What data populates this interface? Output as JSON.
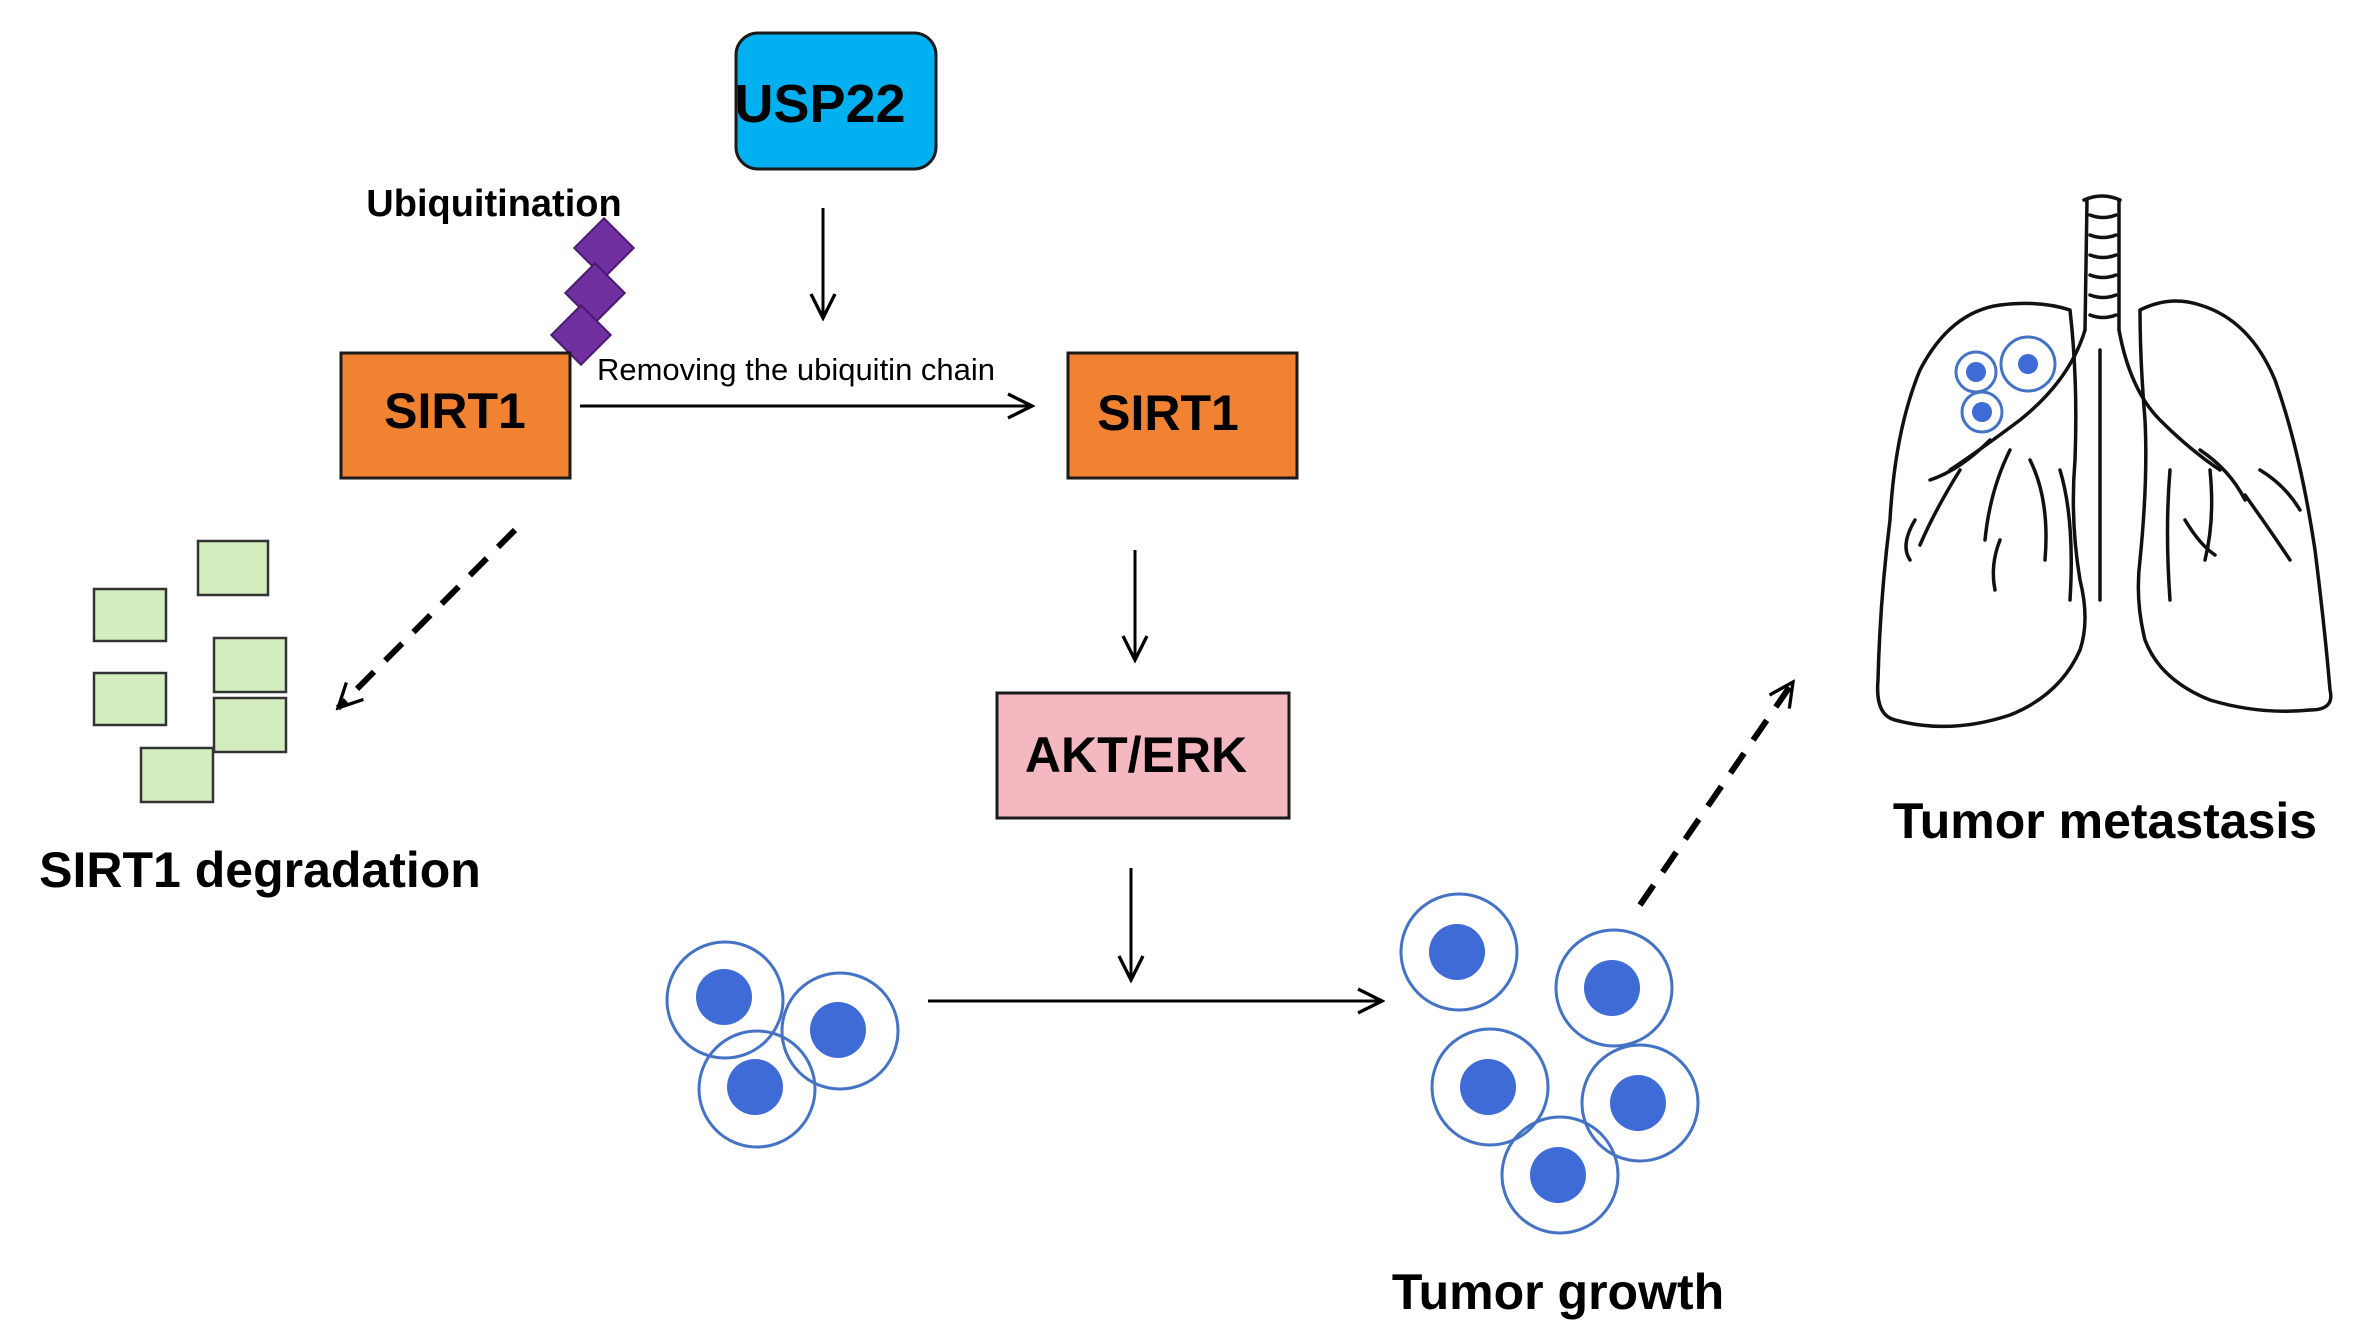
{
  "nodes": {
    "usp22": "USP22",
    "sirt1_ubiquitinated": "SIRT1",
    "sirt1_stable": "SIRT1",
    "akt_erk": "AKT/ERK"
  },
  "labels": {
    "ubiquitination": "Ubiquitination",
    "removing_chain": "Removing the ubiquitin chain",
    "sirt1_degradation": "SIRT1 degradation",
    "tumor_growth": "Tumor growth",
    "tumor_metastasis": "Tumor metastasis"
  },
  "colors": {
    "usp22": "#00b0f0",
    "sirt1": "#f08232",
    "akt_erk": "#f4b8c1",
    "fragment": "#d4edbf",
    "ubiquitin": "#7030a0",
    "cell_ring": "#4472c4",
    "cell_nucleus": "#3f6bd6"
  },
  "icons": {
    "lung": "lungs-icon",
    "ubiquitin_chain": "ubiquitin-diamond-icon"
  }
}
